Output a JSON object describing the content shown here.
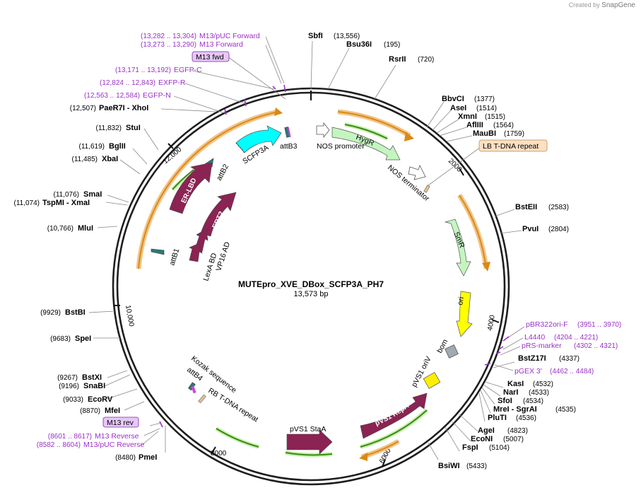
{
  "credit": {
    "prefix": "Created by",
    "brand": "SnapGene"
  },
  "plasmid": {
    "name": "MUTEpro_XVE_DBox_SCFP3A_PH7",
    "size_label": "13,573 bp"
  },
  "ticks": [
    "2000",
    "4000",
    "6000",
    "8000",
    "10,000",
    "12,000"
  ],
  "sites": [
    {
      "name": "SbfI",
      "pos": "(13,556)"
    },
    {
      "name": "Bsu36I",
      "pos": "(195)"
    },
    {
      "name": "RsrII",
      "pos": "(720)"
    },
    {
      "name": "BbvCI",
      "pos": "(1377)"
    },
    {
      "name": "AseI",
      "pos": "(1514)"
    },
    {
      "name": "XmnI",
      "pos": "(1515)"
    },
    {
      "name": "AflIII",
      "pos": "(1564)"
    },
    {
      "name": "MauBI",
      "pos": "(1759)"
    },
    {
      "name": "BstEII",
      "pos": "(2583)"
    },
    {
      "name": "PvuI",
      "pos": "(2804)"
    },
    {
      "name": "BstZ17I",
      "pos": "(4337)"
    },
    {
      "name": "KasI",
      "pos": "(4532)"
    },
    {
      "name": "NarI",
      "pos": "(4533)"
    },
    {
      "name": "SfoI",
      "pos": "(4534)"
    },
    {
      "name": "MreI - SgrAI",
      "pos": "(4535)"
    },
    {
      "name": "PluTI",
      "pos": "(4536)"
    },
    {
      "name": "AgeI",
      "pos": "(4823)"
    },
    {
      "name": "EcoNI",
      "pos": "(5007)"
    },
    {
      "name": "FspI",
      "pos": "(5104)"
    },
    {
      "name": "BsiWI",
      "pos": "(5433)"
    },
    {
      "name": "PmeI",
      "pos": "(8480)"
    },
    {
      "name": "MfeI",
      "pos": "(8870)"
    },
    {
      "name": "EcoRV",
      "pos": "(9033)"
    },
    {
      "name": "SnaBI",
      "pos": "(9196)"
    },
    {
      "name": "BstXI",
      "pos": "(9267)"
    },
    {
      "name": "SpeI",
      "pos": "(9683)"
    },
    {
      "name": "BstBI",
      "pos": "(9929)"
    },
    {
      "name": "MluI",
      "pos": "(10,766)"
    },
    {
      "name": "TspMI - XmaI",
      "pos": "(11,074)"
    },
    {
      "name": "SmaI",
      "pos": "(11,076)"
    },
    {
      "name": "XbaI",
      "pos": "(11,485)"
    },
    {
      "name": "BglII",
      "pos": "(11,619)"
    },
    {
      "name": "StuI",
      "pos": "(11,832)"
    },
    {
      "name": "PaeR7I - XhoI",
      "pos": "(12,507)"
    }
  ],
  "primers": [
    {
      "name": "M13/pUC Forward",
      "pos": "(13,282 .. 13,304)"
    },
    {
      "name": "M13 Forward",
      "pos": "(13,273 .. 13,290)"
    },
    {
      "name": "M13 fwd",
      "pos": ""
    },
    {
      "name": "EGFP-C",
      "pos": "(13,171 .. 13,192)"
    },
    {
      "name": "EXFP-R",
      "pos": "(12,824 .. 12,843)"
    },
    {
      "name": "EGFP-N",
      "pos": "(12,563 .. 12,584)"
    },
    {
      "name": "pBR322ori-F",
      "pos": "(3951 .. 3970)"
    },
    {
      "name": "L4440",
      "pos": "(4204 .. 4221)"
    },
    {
      "name": "pRS-marker",
      "pos": "(4302 .. 4321)"
    },
    {
      "name": "pGEX 3'",
      "pos": "(4462 .. 4484)"
    },
    {
      "name": "M13 rev",
      "pos": ""
    },
    {
      "name": "M13 Reverse",
      "pos": "(8601 .. 8617)"
    },
    {
      "name": "M13/pUC Reverse",
      "pos": "(8582 .. 8604)"
    }
  ],
  "features": {
    "lb_tdna": "LB T-DNA repeat",
    "nos_promoter": "NOS promoter",
    "hygr": "HygR",
    "nos_terminator": "NOS terminator",
    "smr": "SmR",
    "ori": "ori",
    "bom": "bom",
    "pvs1_oriv": "pVS1 oriV",
    "pvs1_repa": "pVS1 RepA",
    "pvs1_staa": "pVS1 StaA",
    "rb_tdna": "RB T-DNA repeat",
    "attb4": "attB4",
    "kozak": "Kozak sequence",
    "scfp3a": "SCFP3A",
    "attb3": "attB3",
    "attb2": "attB2",
    "er_lbd": "ER-LBD",
    "ert2": "ERT2",
    "vp16": "VP16 AD",
    "lexa": "LexA BD",
    "attb1": "attB1"
  }
}
